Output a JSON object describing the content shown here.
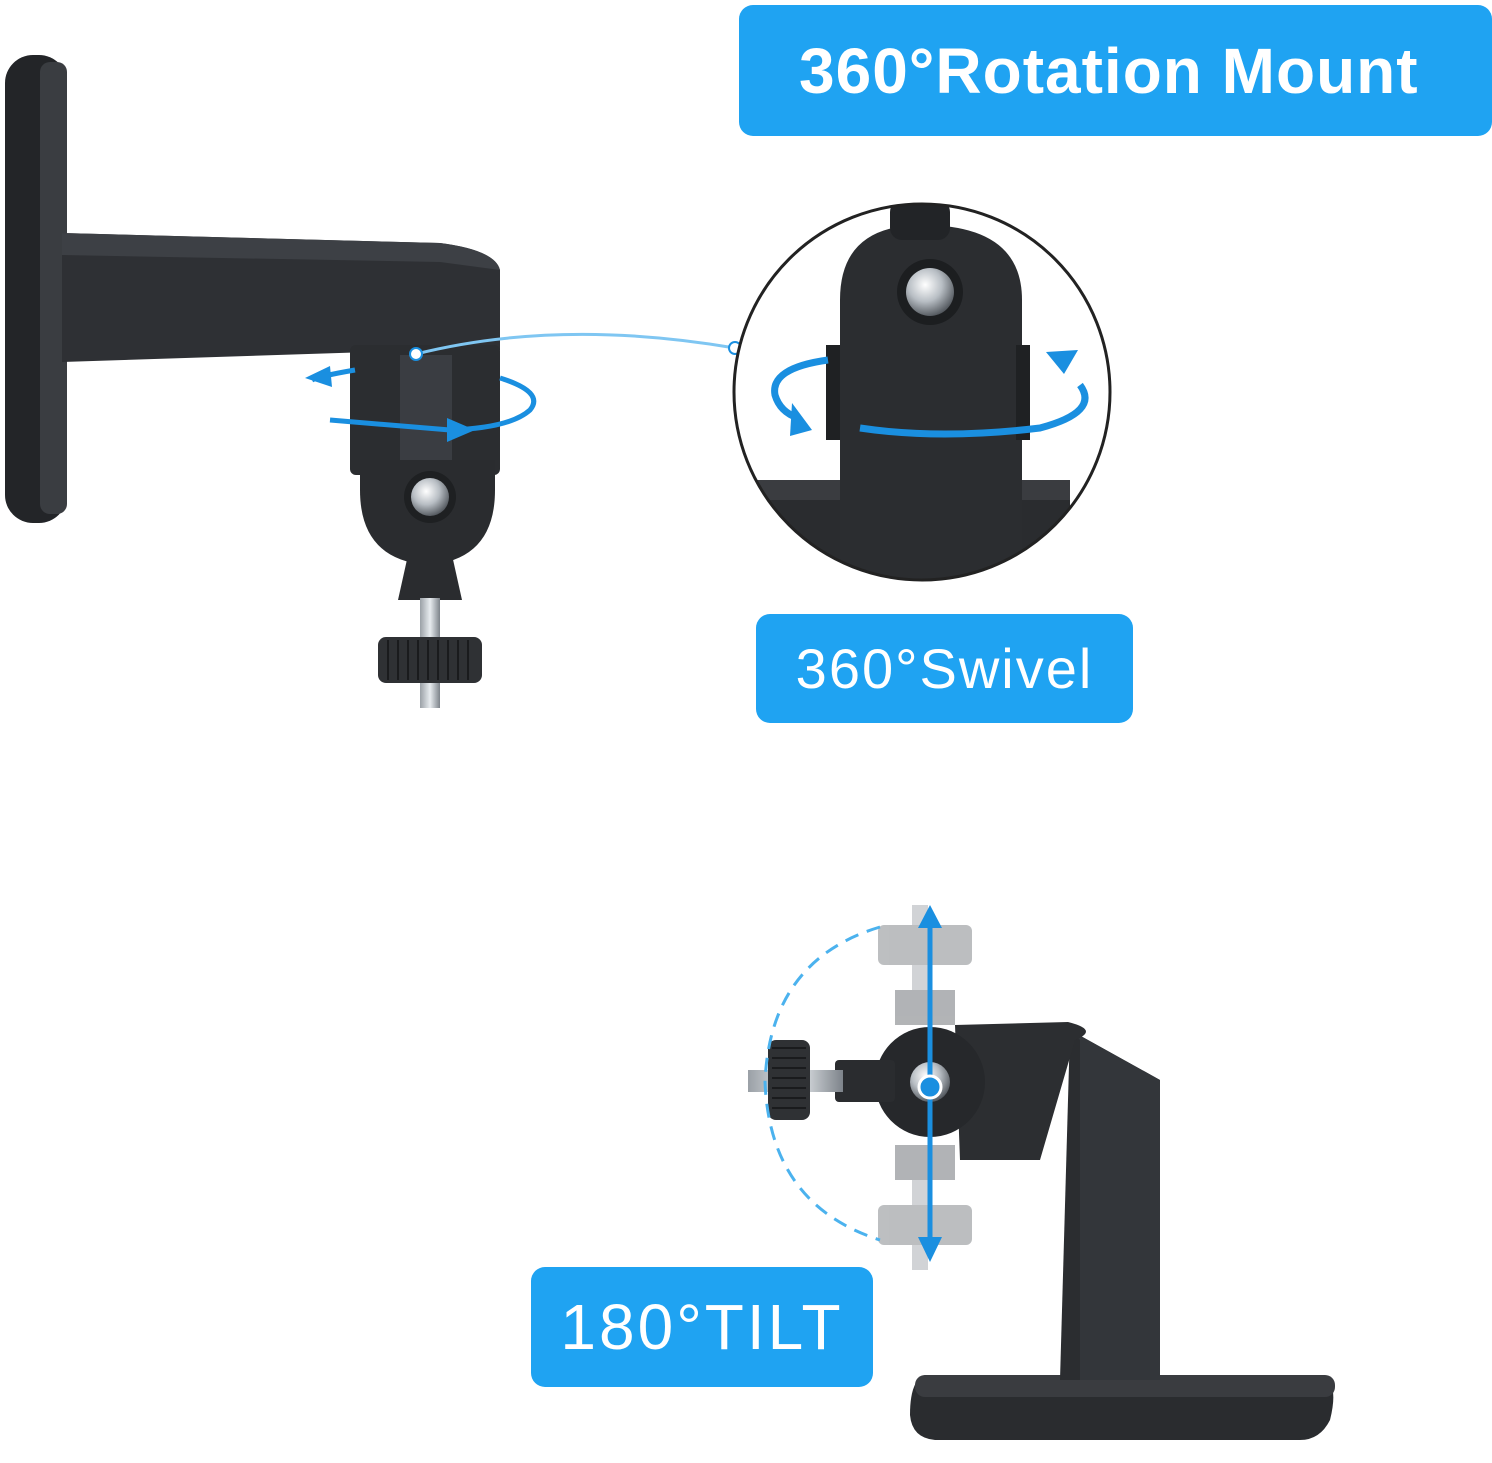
{
  "labels": {
    "rotation_mount": "360°Rotation Mount",
    "swivel": "360°Swivel",
    "tilt": "180°TILT"
  },
  "colors": {
    "accent_blue": "#1fa3f2",
    "arrow_blue": "#1a8fe0",
    "mount_black": "#2b2d30"
  },
  "icons": {
    "swivel_arrows": "rotate-arrows-icon",
    "tilt_arrows": "tilt-arrows-icon"
  }
}
